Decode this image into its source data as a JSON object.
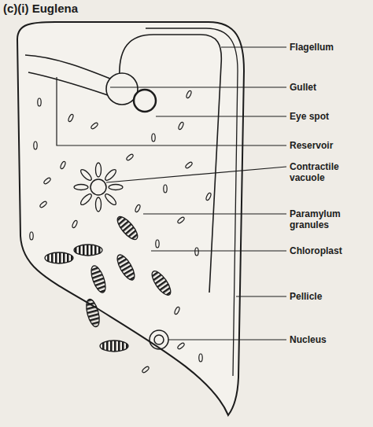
{
  "diagram": {
    "title": "(c)(i) Euglena",
    "labels": [
      "Flagellum",
      "Gullet",
      "Eye spot",
      "Reservoir",
      "Contractile vacuole",
      "Paramylum granules",
      "Chloroplast",
      "Pellicle",
      "Nucleus"
    ]
  }
}
